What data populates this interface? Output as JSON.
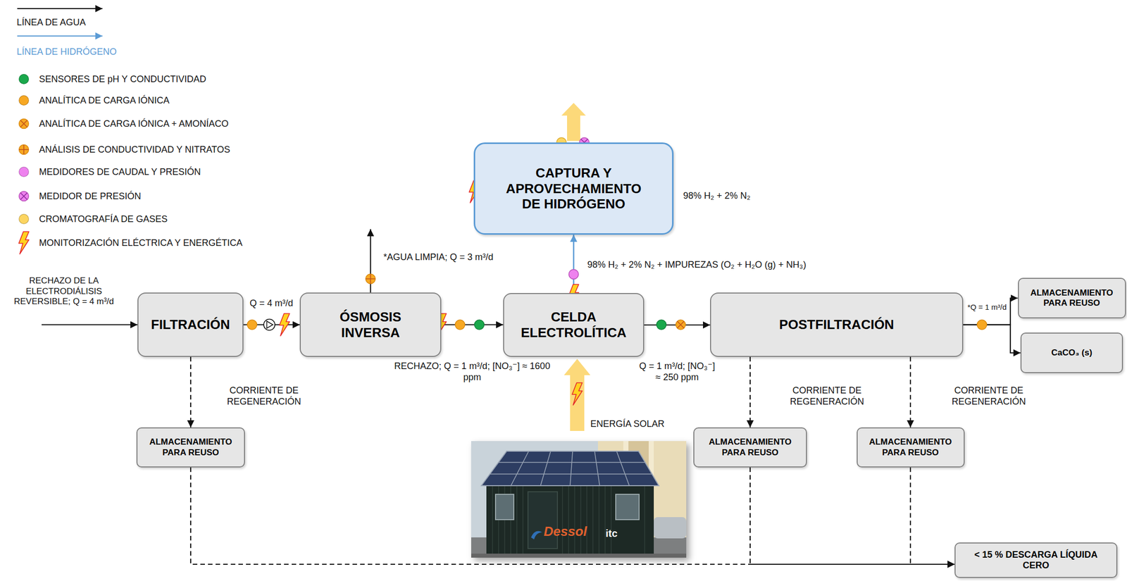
{
  "diagram": {
    "nodes": [
      {
        "text": [
          "FILTRACIÓN"
        ]
      },
      {
        "text": [
          "ÓSMOSIS INVERSA"
        ]
      },
      {
        "text": [
          "CAPTURA Y APROVECHAMIENTO DE HIDRÓGENO"
        ]
      },
      {
        "text": [
          "CELDA ELECTROLÍTICA"
        ]
      },
      {
        "text": [
          "POSTFILTRACIÓN"
        ]
      },
      {
        "text": [
          "ALMACENAMIENTO PARA REUSO"
        ]
      },
      {
        "text": [
          "CaCO₃ (s)"
        ]
      },
      {
        "text": [
          "ALMACENAMIENTO PARA REUSO"
        ]
      },
      {
        "text": [
          "ALMACENAMIENTO PARA REUSO"
        ]
      },
      {
        "text": [
          "ALMACENAMIENTO PARA REUSO"
        ]
      },
      {
        "text": [
          "< 15 % DESCARGA LÍQUIDA CERO"
        ]
      }
    ],
    "edges": [
      {
        "from": 0,
        "to": 1,
        "label": "Q = 4 m³/d",
        "arrow": "to"
      },
      {
        "from": 1,
        "to": 3,
        "label": "RECHAZO; Q = 1 m³/d; [NO₃⁻] ≈ 1600 ppm",
        "arrow": "to"
      },
      {
        "from": 3,
        "to": 2,
        "label": "98% H₂ + 2% N₂ + IMPUREZAS (O₂ + H₂O (g) + NH₃)",
        "arrow": "to"
      },
      {
        "from": 3,
        "to": 4,
        "label": "Q = 1 m³/d; [NO₃⁻] ≈ 250 ppm",
        "arrow": "to"
      },
      {
        "from": 4,
        "to": 5,
        "label": "*Q = 1 m³/d",
        "arrow": "to"
      },
      {
        "from": 4,
        "to": 6,
        "arrow": "to"
      },
      {
        "from": 0,
        "to": 7,
        "label": "CORRIENTE DE REGENERACIÓN",
        "arrow": "to"
      },
      {
        "from": 4,
        "to": 8,
        "label": "CORRIENTE DE REGENERACIÓN",
        "arrow": "to"
      },
      {
        "from": 4,
        "to": 9,
        "label": "CORRIENTE DE REGENERACIÓN",
        "arrow": "to"
      },
      {
        "from": 7,
        "to": 10,
        "arrow": "to"
      },
      {
        "from": 8,
        "to": 10,
        "arrow": "to"
      },
      {
        "from": 9,
        "to": 10,
        "arrow": "to"
      }
    ],
    "labels": [
      "RECHAZO DE LA ELECTRODIÁLISIS REVERSIBLE; Q = 4 m³/d",
      "*AGUA LIMPIA; Q = 3 m³/d",
      "98% H₂ + 2% N₂",
      "ENERGÍA SOLAR",
      "Dessol",
      "itc"
    ],
    "legend": [
      {
        "text": "LÍNEA DE AGUA"
      },
      {
        "text": "LÍNEA DE HIDRÓGENO"
      },
      {
        "text": "SENSORES DE pH Y CONDUCTIVIDAD",
        "color": "#1aa84c"
      },
      {
        "text": "ANALÍTICA DE CARGA IÓNICA",
        "color": "#f7a823"
      },
      {
        "text": "ANALÍTICA DE CARGA IÓNICA + AMONÍACO"
      },
      {
        "text": "ANÁLISIS DE CONDUCTIVIDAD Y NITRATOS"
      },
      {
        "text": "MEDIDORES DE CAUDAL Y PRESIÓN",
        "color": "#ee82ee"
      },
      {
        "text": "MEDIDOR DE PRESIÓN"
      },
      {
        "text": "CROMATOGRAFÍA DE GASES",
        "color": "#fcd561"
      },
      {
        "text": "MONITORIZACIÓN ELÉCTRICA Y ENERGÉTICA"
      }
    ]
  }
}
